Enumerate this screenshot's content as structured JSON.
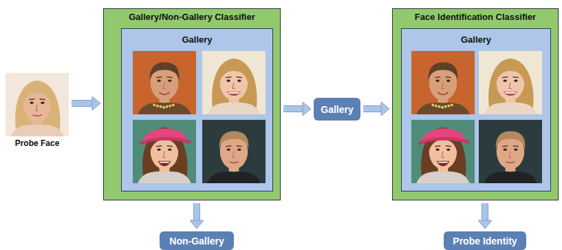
{
  "diagram": {
    "nodes": [
      {
        "text": [
          "Probe Face"
        ]
      },
      {
        "text": [
          "Gallery/Non-Gallery Classifier"
        ]
      },
      {
        "text": [
          "Gallery"
        ],
        "in": 1
      },
      {
        "text": [
          "Gallery"
        ]
      },
      {
        "text": [
          "Face Identification Classifier"
        ]
      },
      {
        "text": [
          "Gallery"
        ],
        "in": 4
      },
      {
        "text": [
          "Non-Gallery"
        ]
      },
      {
        "text": [
          "Probe Identity"
        ]
      }
    ],
    "edges": [
      {
        "from": 0,
        "to": 1,
        "arrow": "to"
      },
      {
        "from": 1,
        "to": 6,
        "arrow": "to"
      },
      {
        "from": 1,
        "to": 3,
        "arrow": "to"
      },
      {
        "from": 3,
        "to": 4,
        "arrow": "to"
      },
      {
        "from": 4,
        "to": 7,
        "arrow": "to"
      }
    ]
  }
}
